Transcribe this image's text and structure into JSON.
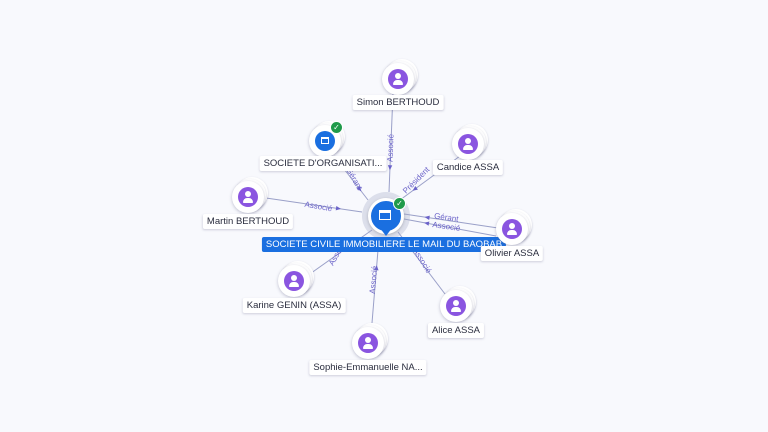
{
  "center": {
    "label": "SOCIETE CIVILE IMMOBILIERE LE MAIL DU BAOBAB",
    "icon": "building-icon",
    "verified": true,
    "color": "#1a6fe0"
  },
  "nodes": [
    {
      "id": "simon",
      "label": "Simon BERTHOUD",
      "icon": "person-icon"
    },
    {
      "id": "societe",
      "label": "SOCIETE D'ORGANISATI...",
      "icon": "building-icon",
      "verified": true
    },
    {
      "id": "candice",
      "label": "Candice ASSA",
      "icon": "person-icon"
    },
    {
      "id": "martin",
      "label": "Martin BERTHOUD",
      "icon": "person-icon"
    },
    {
      "id": "olivier",
      "label": "Olivier ASSA",
      "icon": "person-icon"
    },
    {
      "id": "karine",
      "label": "Karine GENIN (ASSA)",
      "icon": "person-icon"
    },
    {
      "id": "alice",
      "label": "Alice ASSA",
      "icon": "person-icon"
    },
    {
      "id": "sophie",
      "label": "Sophie-Emmanuelle NA...",
      "icon": "person-icon"
    }
  ],
  "edges": [
    {
      "from": "simon",
      "role": "Associé"
    },
    {
      "from": "societe",
      "role": "Gérant"
    },
    {
      "from": "candice",
      "role": "Président"
    },
    {
      "from": "martin",
      "role": "Associé"
    },
    {
      "from": "olivier",
      "role": "Gérant"
    },
    {
      "from": "olivier",
      "role": "Associé"
    },
    {
      "from": "karine",
      "role": "Associé"
    },
    {
      "from": "alice",
      "role": "Associé"
    },
    {
      "from": "sophie",
      "role": "Associé"
    }
  ],
  "colors": {
    "person": "#8a55e0",
    "company": "#1a6fe0",
    "edge": "#9aa0c8",
    "edge_label": "#6b63c9",
    "verified": "#1f9a4a"
  }
}
